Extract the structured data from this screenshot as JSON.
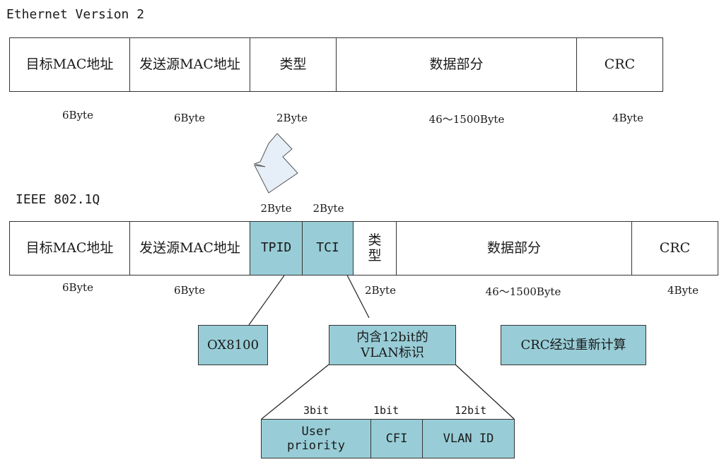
{
  "ethernet": {
    "title": "Ethernet  Version 2",
    "fields": [
      "目标MAC地址",
      "发送源MAC地址",
      "类型",
      "数据部分",
      "CRC"
    ],
    "sizes": [
      "6Byte",
      "6Byte",
      "2Byte",
      "46～1500Byte",
      "4Byte"
    ]
  },
  "ieee": {
    "title": "IEEE 802.1Q",
    "fields": [
      "目标MAC地址",
      "发送源MAC地址",
      "TPID",
      "TCI",
      "类\n型",
      "数据部分",
      "CRC"
    ],
    "top_sizes": [
      "2Byte",
      "2Byte"
    ],
    "sizes": [
      "6Byte",
      "6Byte",
      "2Byte",
      "46～1500Byte",
      "4Byte"
    ]
  },
  "notes": {
    "tpid_value": "OX8100",
    "tci_desc": "内含12bit的\nVLAN标识",
    "crc_note": "CRC经过重新计算"
  },
  "tci_breakdown": {
    "bits": [
      "3bit",
      "1bit",
      "12bit"
    ],
    "fields": [
      "User\npriority",
      "CFI",
      "VLAN ID"
    ]
  },
  "colors": {
    "highlight": "#98cdd7",
    "arrow_fill": "#e6eef8",
    "border": "#333333"
  }
}
